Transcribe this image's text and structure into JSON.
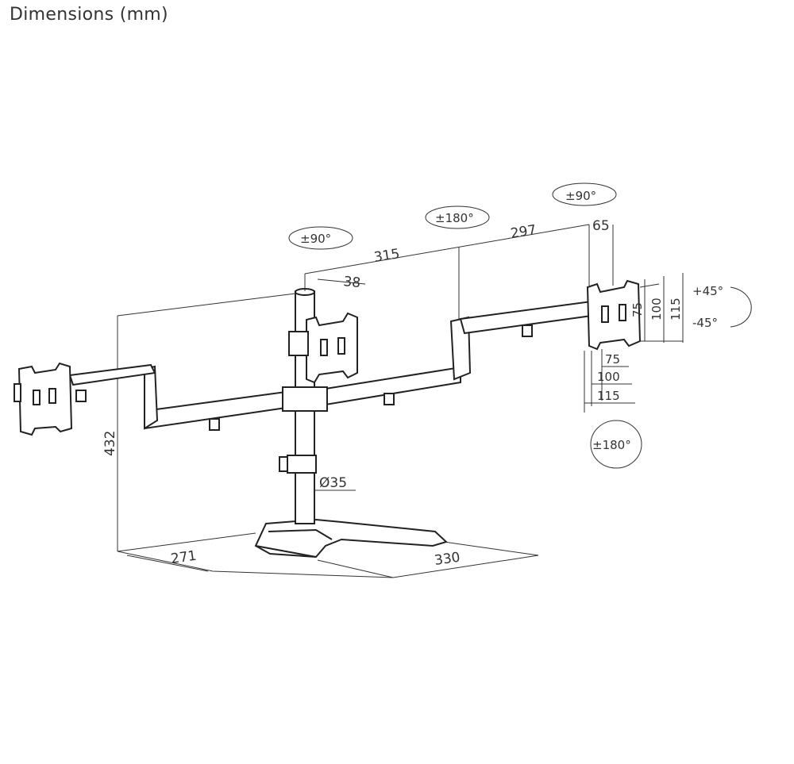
{
  "title": "Dimensions (mm)",
  "rotations": {
    "left_head": "±90°",
    "middle_joint": "±180°",
    "right_head": "±90°",
    "bottom": "±180°",
    "tilt_up": "+45°",
    "tilt_down": "-45°"
  },
  "dimensions": {
    "arm_left": "315",
    "arm_right": "297",
    "offset_right": "65",
    "pole_top": "38",
    "height": "432",
    "pole_diameter": "Ø35",
    "base_depth": "271",
    "base_width": "330",
    "vesa_h_75": "75",
    "vesa_h_100": "100",
    "vesa_h_115": "115",
    "vesa_v_75": "75",
    "vesa_v_100": "100",
    "vesa_v_115": "115"
  }
}
